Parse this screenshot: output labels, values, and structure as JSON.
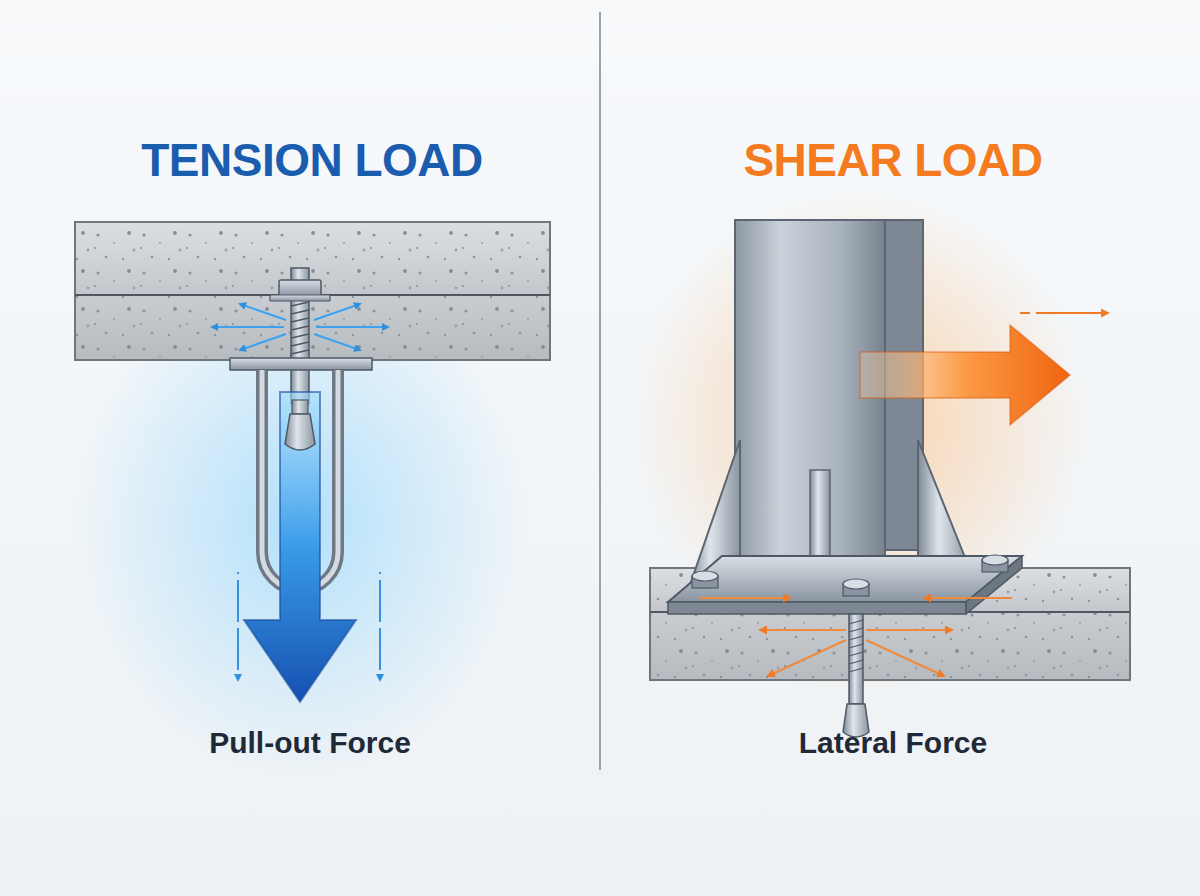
{
  "diagram": {
    "labels": [
      "TENSION LOAD",
      "SHEAR LOAD",
      "Pull-out Force",
      "Lateral Force"
    ]
  }
}
